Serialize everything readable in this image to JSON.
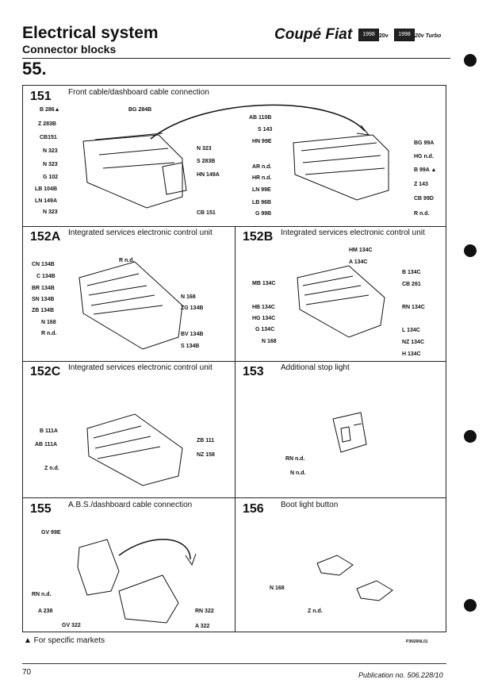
{
  "header": {
    "title": "Electrical system",
    "subtitle": "Connector blocks",
    "page_section": "55.",
    "brand": "Coupé Fiat",
    "badge1": "1998",
    "badge1_variant": "20v",
    "badge2": "1998",
    "badge2_variant": "20v Turbo"
  },
  "panels": {
    "p151": {
      "num": "151",
      "title": "Front cable/dashboard cable connection",
      "left_labels": [
        "B 286▲",
        "Z 283B",
        "CB151",
        "N 323",
        "N 323",
        "G 102",
        "LB 104B",
        "LN 149A",
        "N 323"
      ],
      "mid_labels": [
        "BG 284B",
        "N 323",
        "S 283B",
        "HN 149A",
        "CB 151"
      ],
      "right_left_labels": [
        "AB 110B",
        "S 143",
        "HN 99E",
        "AR n.d.",
        "HR n.d.",
        "LN 99E",
        "LB 96B",
        "G 99B"
      ],
      "right_labels": [
        "BG 99A",
        "HG n.d.",
        "B 99A ▲",
        "Z 143",
        "CB 99D",
        "R n.d."
      ]
    },
    "p152a": {
      "num": "152A",
      "title": "Integrated services electronic control unit",
      "left_labels": [
        "CN 134B",
        "C 134B",
        "BR 134B",
        "SN 134B",
        "ZB 134B",
        "N 168",
        "R n.d."
      ],
      "top_label": "R n.d.",
      "right_labels": [
        "N 168",
        "ZG 134B",
        "BV 134B",
        "S 134B"
      ]
    },
    "p152b": {
      "num": "152B",
      "title": "Integrated services electronic control unit",
      "top_labels": [
        "HM 134C",
        "A 134C"
      ],
      "left_labels": [
        "MB 134C",
        "HB 134C",
        "HG 134C",
        "G 134C",
        "N 168"
      ],
      "right_labels": [
        "B 134C",
        "CB 261",
        "RN 134C",
        "L 134C",
        "NZ 134C",
        "H 134C"
      ]
    },
    "p152c": {
      "num": "152C",
      "title": "Integrated services electronic control unit",
      "left_labels": [
        "B 111A",
        "AB 111A",
        "Z n.d."
      ],
      "right_labels": [
        "ZB 111",
        "NZ 158"
      ]
    },
    "p153": {
      "num": "153",
      "title": "Additional stop light",
      "labels": [
        "RN n.d.",
        "N n.d."
      ]
    },
    "p155": {
      "num": "155",
      "title": "A.B.S./dashboard cable connection",
      "left_labels": [
        "GV 99E",
        "RN n.d.",
        "A 238",
        "GV 322"
      ],
      "right_labels": [
        "RN 322",
        "A 322"
      ]
    },
    "p156": {
      "num": "156",
      "title": "Boot light button",
      "labels": [
        "N 168",
        "Z n.d."
      ]
    }
  },
  "footer": {
    "note": "▲  For specific markets",
    "code": "P3N26NL01",
    "page_number": "70",
    "publication": "Publication no. 506.228/10"
  }
}
